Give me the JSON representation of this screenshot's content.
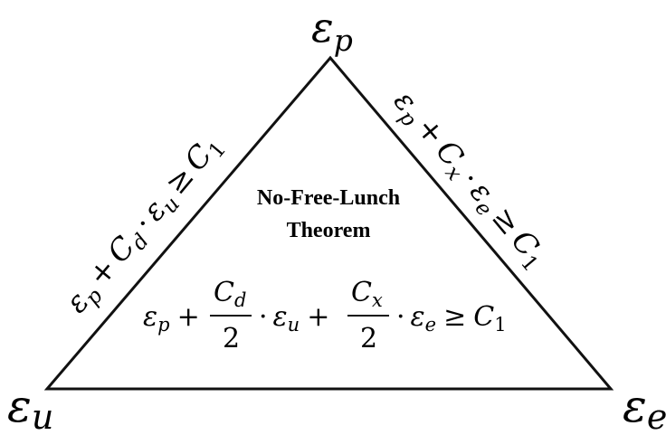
{
  "vertices": {
    "top": {
      "symbol": "ε",
      "subscript": "p"
    },
    "left": {
      "symbol": "ε",
      "subscript": "u"
    },
    "right": {
      "symbol": "ε",
      "subscript": "e"
    }
  },
  "title": {
    "line1": "No-Free-Lunch",
    "line2": "Theorem"
  },
  "left_edge": {
    "eps": "ε",
    "p": "p",
    "plus": "+",
    "C": "C",
    "d": "d",
    "dot": "·",
    "u": "u",
    "geq": "≥",
    "one": "1"
  },
  "right_edge": {
    "eps": "ε",
    "p": "p",
    "plus": "+",
    "C": "C",
    "x": "x",
    "dot": "·",
    "e": "e",
    "geq": "≥",
    "one": "1"
  },
  "center_formula": {
    "eps": "ε",
    "p": "p",
    "plus": "+",
    "C": "C",
    "d": "d",
    "two": "2",
    "dot": "·",
    "u": "u",
    "x": "x",
    "e": "e",
    "geq": "≥",
    "one": "1"
  },
  "colors": {
    "stroke": "#111111",
    "background": "#ffffff"
  }
}
